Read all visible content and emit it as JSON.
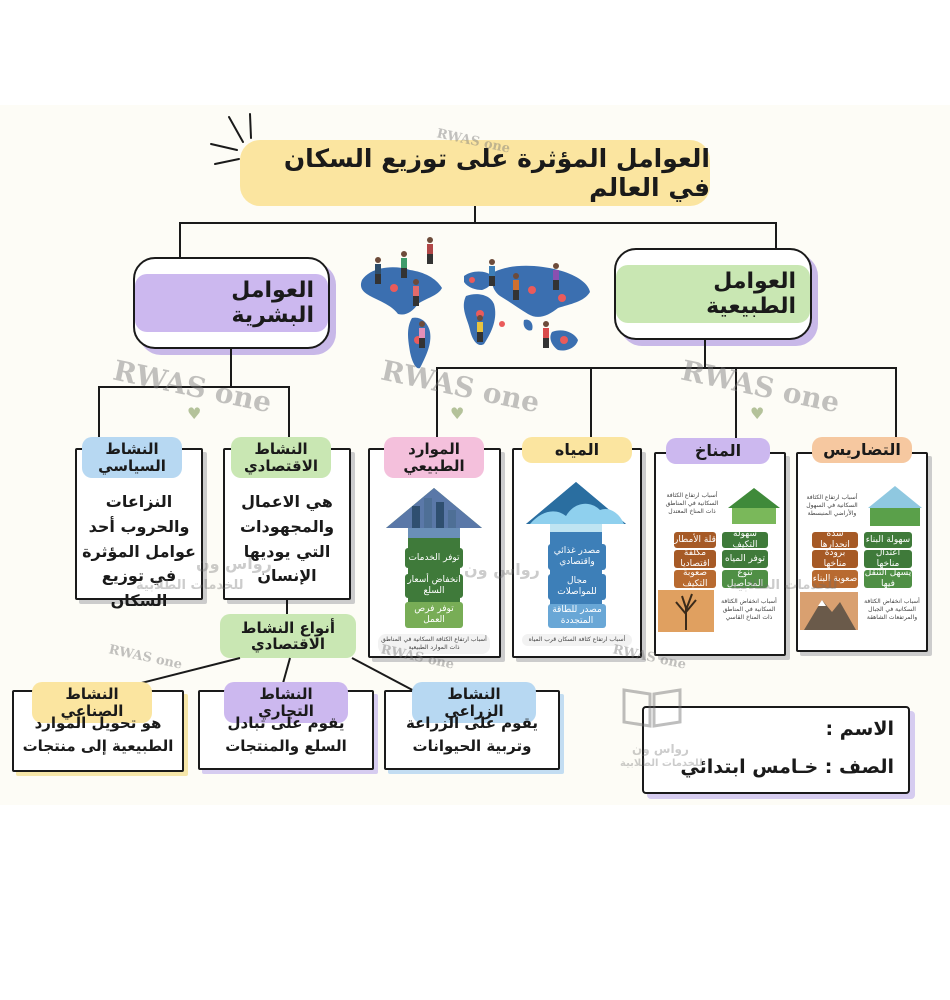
{
  "title": "العوامل المؤثرة على توزيع السكان في العالم",
  "watermark": {
    "latin": "RWAS one",
    "arabic_main": "رواس ون",
    "arabic_sub": "للخدمات الطلابية"
  },
  "human_factors": {
    "title": "العوامل البشرية",
    "political": {
      "tag": "النشاط السياسي",
      "text": "النزاعات والحروب أحد عوامل المؤثرة في توزيع السكان"
    },
    "economic": {
      "tag": "النشاط الاقتصادي",
      "text": "هي الاعمال والمجهودات التي يوديها الإنسان"
    },
    "types_title": "أنواع النشاط الاقتصادي",
    "industrial": {
      "tag": "النشاط الصناعي",
      "text": "هو تحويل الموارد الطبيعية إلى منتجات"
    },
    "commercial": {
      "tag": "النشاط التجاري",
      "text": "يقوم على تبادل السلع والمنتجات"
    },
    "agricultural": {
      "tag": "النشاط الزراعي",
      "text": "يقوم على الزراعة وتربية الحيوانات"
    }
  },
  "natural_factors": {
    "title": "العوامل الطبيعية",
    "resources": {
      "tag": "الموارد الطبيعي",
      "chips": [
        "توفر الخدمات",
        "انخفاض أسعار السلع",
        "توفر فرص العمل"
      ],
      "note": "أسباب ارتفاع الكثافة السكانية في المناطق ذات الموارد الطبيعية"
    },
    "water": {
      "tag": "المياه",
      "chips": [
        "مصدر غذائي واقتصادي",
        "مجال للمواصلات",
        "مصدر للطاقة المتجددة"
      ],
      "note": "أسباب ارتفاع كثافة السكان قرب المياه"
    },
    "climate": {
      "tag": "المناخ",
      "top_note": "أسباب ارتفاع الكثافة السكانية في المناطق ذات المناخ المعتدل",
      "left_chips": [
        "قلة الأمطار",
        "مكلفة اقتصاديا",
        "صعوبة التكيف"
      ],
      "right_chips": [
        "سهولة التكيف",
        "توفر المياه",
        "تنوع المحاصيل"
      ],
      "bottom_note": "أسباب انخفاض الكثافة السكانية في المناطق ذات المناخ القاسي"
    },
    "terrain": {
      "tag": "التضاريس",
      "top_note": "أسباب ارتفاع الكثافة السكانية في السهول والأراضي المنبسطة",
      "left_chips": [
        "شدة انحدارها",
        "برودة مناخها",
        "صعوبة البناء"
      ],
      "right_chips": [
        "سهولة البناء",
        "اعتدال مناخها",
        "يسهل التنقل فيها"
      ],
      "bottom_note": "أسباب انخفاض الكثافة السكانية في الجبال والمرتفعات الشاهقة"
    }
  },
  "student": {
    "name_label": "الاسم :",
    "grade_label": "الصف : خـامس ابتدائي"
  },
  "colors": {
    "title_bg": "#fbe5a0",
    "purple": "#ccb8ef",
    "green": "#c9e7b3",
    "blue": "#b7d8f2",
    "pink": "#f4c0dc",
    "peach": "#f6c8a0",
    "yellow": "#fbe5a0",
    "chip_green": "#3f7a3a",
    "chip_blue": "#3d7fb8",
    "chip_brown": "#a65a26"
  }
}
